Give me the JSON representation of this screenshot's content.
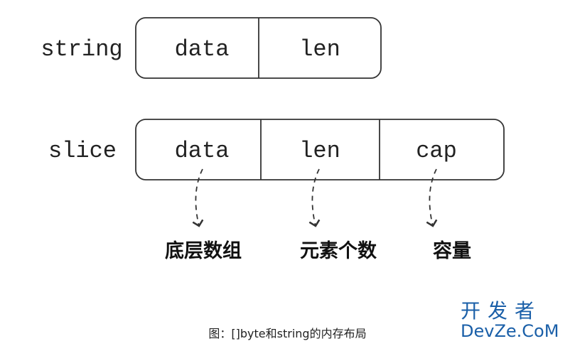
{
  "string": {
    "label": "string",
    "fields": [
      "data",
      "len"
    ]
  },
  "slice": {
    "label": "slice",
    "fields": [
      "data",
      "len",
      "cap"
    ]
  },
  "annotations": [
    "底层数组",
    "元素个数",
    "容量"
  ],
  "caption": "图：[]byte和string的内存布局",
  "watermark": {
    "top": "开发者",
    "bottom": "DevZe.CoM",
    "color": "#1a5fa8"
  }
}
